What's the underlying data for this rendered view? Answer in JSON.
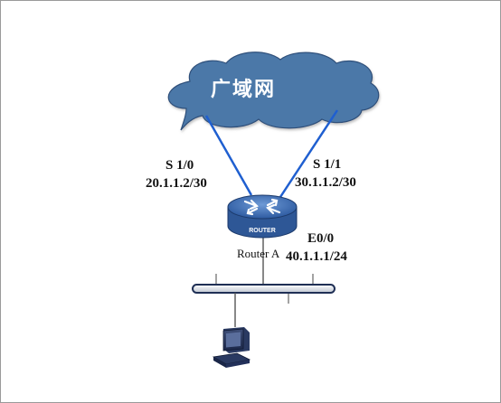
{
  "cloud": {
    "label": "广域网",
    "fill": "#4c78a8",
    "text_color": "#ffffff"
  },
  "links": {
    "wan_left": {
      "color": "#1f5fd0"
    },
    "wan_right": {
      "color": "#1f5fd0"
    },
    "lan": {
      "color": "#444444"
    }
  },
  "interfaces": {
    "s10": {
      "name": "S 1/0",
      "ip": "20.1.1.2/30"
    },
    "s11": {
      "name": "S 1/1",
      "ip": "30.1.1.2/30"
    },
    "e00": {
      "name": "E0/0",
      "ip": "40.1.1.1/24"
    }
  },
  "router": {
    "badge": "ROUTER",
    "name": "Router A",
    "color": "#3e6fb5"
  },
  "icons": {
    "router": "router-icon",
    "lan_bus": "ethernet-bus",
    "host": "computer-icon"
  }
}
